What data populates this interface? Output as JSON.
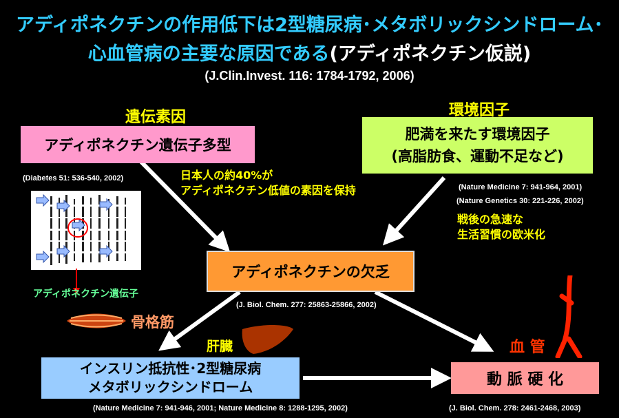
{
  "title": {
    "line1": "アディポネクチンの作用低下は2型糖尿病･メタボリックシンドローム･",
    "line2_main": "心血管病の主要な原因である",
    "line2_sub": "(アディポネクチン仮説)",
    "line3": "(J.Clin.Invest. 116: 1784-1792, 2006)"
  },
  "genetic": {
    "heading": "遺伝素因",
    "box": "アディポネクチン遺伝子多型",
    "cite": "(Diabetes 51: 536-540, 2002)",
    "note_line1": "日本人の約40%が",
    "note_line2": "アディポネクチン低値の素因を保持",
    "gene_label": "アディポネクチン遺伝子"
  },
  "environment": {
    "heading": "環境因子",
    "box_line1": "肥満を来たす環境因子",
    "box_line2": "(高脂肪食、運動不足など)",
    "cite1": "(Nature Medicine 7: 941-964, 2001)",
    "cite2": "(Nature Genetics 30: 221-226, 2002)",
    "note_line1": "戦後の急速な",
    "note_line2": "生活習慣の欧米化"
  },
  "center": {
    "box": "アディポネクチンの欠乏",
    "cite": "(J. Biol. Chem. 277: 25863-25866, 2002)"
  },
  "organs": {
    "muscle": "骨格筋",
    "liver": "肝臓",
    "vessel": "血 管"
  },
  "insulin": {
    "line1": "インスリン抵抗性･2型糖尿病",
    "line2": "メタボリックシンドローム",
    "cite": "(Nature Medicine 7: 941-946, 2001; Nature Medicine 8: 1288-1295, 2002)"
  },
  "atherosclerosis": {
    "box": "動 脈 硬 化",
    "cite": "(J. Biol. Chem. 278: 2461-2468, 2003)"
  },
  "colors": {
    "title_cyan": "#33ccff",
    "highlight_yellow": "#ffff00",
    "gene_green": "#66ff99",
    "organ_red": "#ff3300"
  }
}
